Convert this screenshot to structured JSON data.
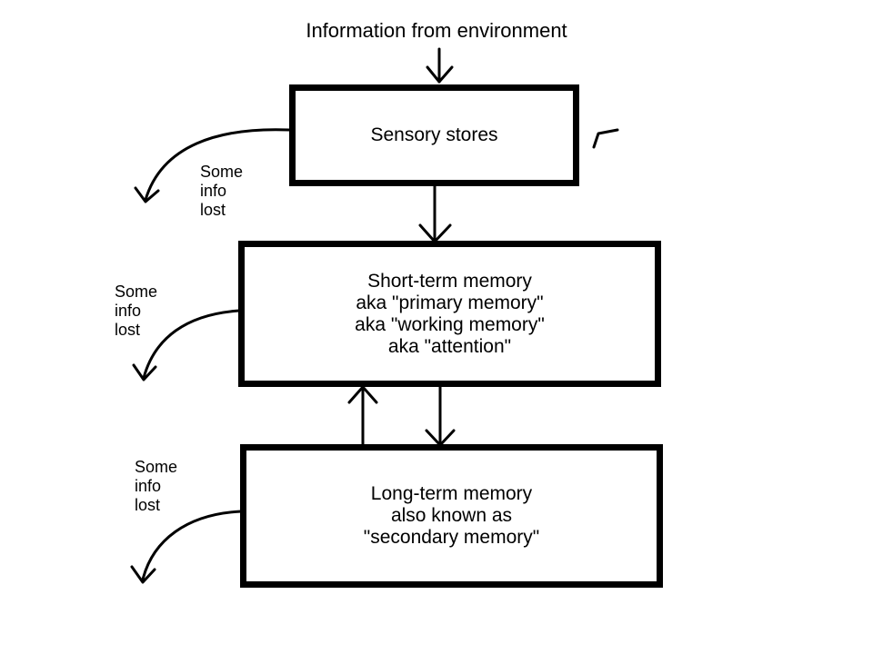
{
  "diagram": {
    "source_label": "Information from environment",
    "sensory_box": {
      "lines": [
        "Sensory stores"
      ]
    },
    "short_term_box": {
      "lines": [
        "Short-term memory",
        "aka \"primary memory\"",
        "aka \"working memory\"",
        "aka \"attention\""
      ]
    },
    "long_term_box": {
      "lines": [
        "Long-term memory",
        "also known as",
        "\"secondary memory\""
      ]
    },
    "loss_notes": [
      {
        "lines": [
          "Some",
          "info",
          "lost"
        ]
      },
      {
        "lines": [
          "Some",
          "info",
          "lost"
        ]
      },
      {
        "lines": [
          "Some",
          "info",
          "lost"
        ]
      }
    ],
    "colors": {
      "stroke": "#000000",
      "background": "#ffffff"
    }
  }
}
